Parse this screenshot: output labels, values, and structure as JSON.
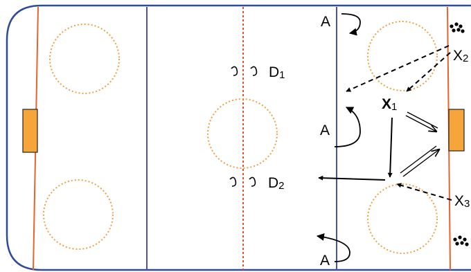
{
  "colors": {
    "board": "#2e4a9a",
    "goal_line": "#e8632a",
    "blue_line": "#4a4fb0",
    "center_line": "#e0502a",
    "circle": "#f0a040",
    "net_fill": "#f5a53a",
    "ink": "#000000"
  },
  "players": {
    "a_top": {
      "letter": "A"
    },
    "a_mid": {
      "letter": "A"
    },
    "a_bottom": {
      "letter": "A"
    },
    "d1": {
      "letter": "D",
      "sub": "1"
    },
    "d2": {
      "letter": "D",
      "sub": "2"
    },
    "x1": {
      "letter": "X",
      "sub": "1"
    },
    "x2": {
      "letter": "X",
      "sub": "2"
    },
    "x3": {
      "letter": "X",
      "sub": "3"
    }
  },
  "icons": {
    "puck_cluster": "puck-pile-icon",
    "net": "net-icon"
  }
}
